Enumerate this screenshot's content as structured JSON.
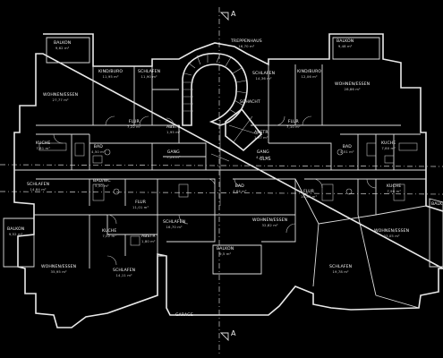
{
  "section_marks": {
    "top": "A",
    "bottom": "A"
  },
  "rooms": [
    {
      "name": "BALKON",
      "area": "9,62 m²"
    },
    {
      "name": "BALKON",
      "area": "9,48 m²"
    },
    {
      "name": "KIND/BURO",
      "area": "11,95 m²"
    },
    {
      "name": "SCHLAFEN",
      "area": "11,90 m²"
    },
    {
      "name": "SCHLAFEN",
      "area": "14,36 m²"
    },
    {
      "name": "KIND/BURO",
      "area": "12,06 m²"
    },
    {
      "name": "TREPPENHAUS",
      "area": "16,70 m²"
    },
    {
      "name": "WOHNEN/ESSEN",
      "area": "27,77 m²"
    },
    {
      "name": "WOHNEN/ESSEN",
      "area": "28,86 m²"
    },
    {
      "name": "FLUR",
      "area": "7,22 m²"
    },
    {
      "name": "ABSTR",
      "area": "1,95 m²"
    },
    {
      "name": "ABSTR",
      "area": "1,97 m²"
    },
    {
      "name": "FLUR",
      "area": "7,10 m²"
    },
    {
      "name": "KUCHE",
      "area": "7,81 m²"
    },
    {
      "name": "GANG",
      "area": "7,23 m²"
    },
    {
      "name": "GANG",
      "area": "4,18 m²"
    },
    {
      "name": "BAD",
      "area": "4,50 m²"
    },
    {
      "name": "BAD",
      "area": "4,51 m²"
    },
    {
      "name": "KUCHE",
      "area": "7,80 m²"
    },
    {
      "name": "SCHLAFEN",
      "area": "14,84 m²"
    },
    {
      "name": "BAD/WC",
      "area": "5,50 m²"
    },
    {
      "name": "FLUR",
      "area": "11,01 m²"
    },
    {
      "name": "SCHLAFEN",
      "area": "16,70 m²"
    },
    {
      "name": "BAD",
      "area": "4,64 m²"
    },
    {
      "name": "FLUR",
      "area": "10,81 m²"
    },
    {
      "name": "KUCHE",
      "area": "7,90 m²"
    },
    {
      "name": "WOHNEN/ESSEN",
      "area": "32,82 m²"
    },
    {
      "name": "WOHNEN/ESSEN",
      "area": "33,05 m²"
    },
    {
      "name": "BALKON",
      "area": "9,52 m²"
    },
    {
      "name": "KUCHE",
      "area": "7,02 m²"
    },
    {
      "name": "ABSTR",
      "area": "1,80 m²"
    },
    {
      "name": "SCHLAFEN",
      "area": "14,11 m²"
    },
    {
      "name": "WOHNEN/ESSEN",
      "area": "35,95 m²"
    },
    {
      "name": "SCHLAFEN",
      "area": "19,78 m²"
    },
    {
      "name": "BALKON",
      "area": "9,5 m²"
    },
    {
      "name": "SCHACHT",
      "area": ""
    },
    {
      "name": "GLAS",
      "area": ""
    },
    {
      "name": "BALK",
      "area": ""
    },
    {
      "name": "GARAGE",
      "area": ""
    }
  ]
}
